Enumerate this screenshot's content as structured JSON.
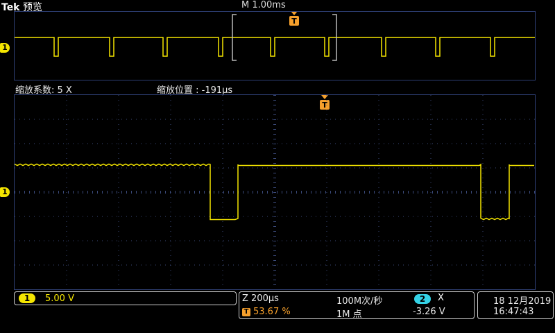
{
  "header": {
    "brand": "Tek",
    "mode": "预览",
    "timebase": "M 1.00ms"
  },
  "zoom": {
    "factor_label": "缩放系数: 5 X",
    "position_label": "缩放位置 : -191µs"
  },
  "markers": {
    "channel": "1",
    "trigger": "T"
  },
  "bottom": {
    "ch1_badge": "1",
    "ch1_scale": "5.00 V",
    "zoom_time": "Z 200µs",
    "trig_badge": "T",
    "trig_pos": "53.67 %",
    "sample_rate": "100M次/秒",
    "record_length": "1M 点",
    "trig_src_badge": "2",
    "trig_slope": "X",
    "trig_level": "-3.26 V",
    "date": "18 12月2019",
    "time": "16:47:43"
  },
  "colors": {
    "trace": "#f5e600",
    "grid": "#2e3f74",
    "trigger": "#f6a02c",
    "ch2": "#34d2e6"
  }
}
